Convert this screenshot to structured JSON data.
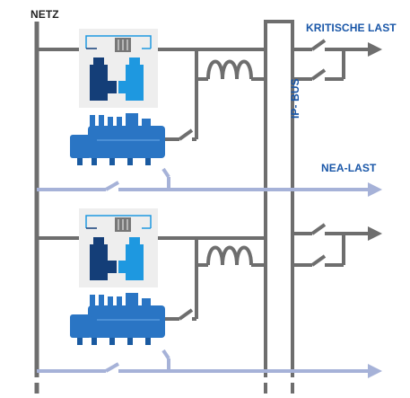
{
  "labels": {
    "netz": "NETZ",
    "kritische_last": "KRITISCHE LAST",
    "nea_last": "NEA-LAST",
    "ip_bus": "IP- BUS"
  },
  "colors": {
    "grid_line": "#6e6e6e",
    "nea_line": "#a6b2d8",
    "label_blue": "#1a57a8",
    "engine_blue": "#2a75c4",
    "ups_dark": "#143e78",
    "ups_light": "#1e98e0"
  },
  "icons": [
    "ups-module-icon",
    "diesel-generator-icon",
    "inductor-coil-icon",
    "switch-icon",
    "arrow-icon"
  ]
}
